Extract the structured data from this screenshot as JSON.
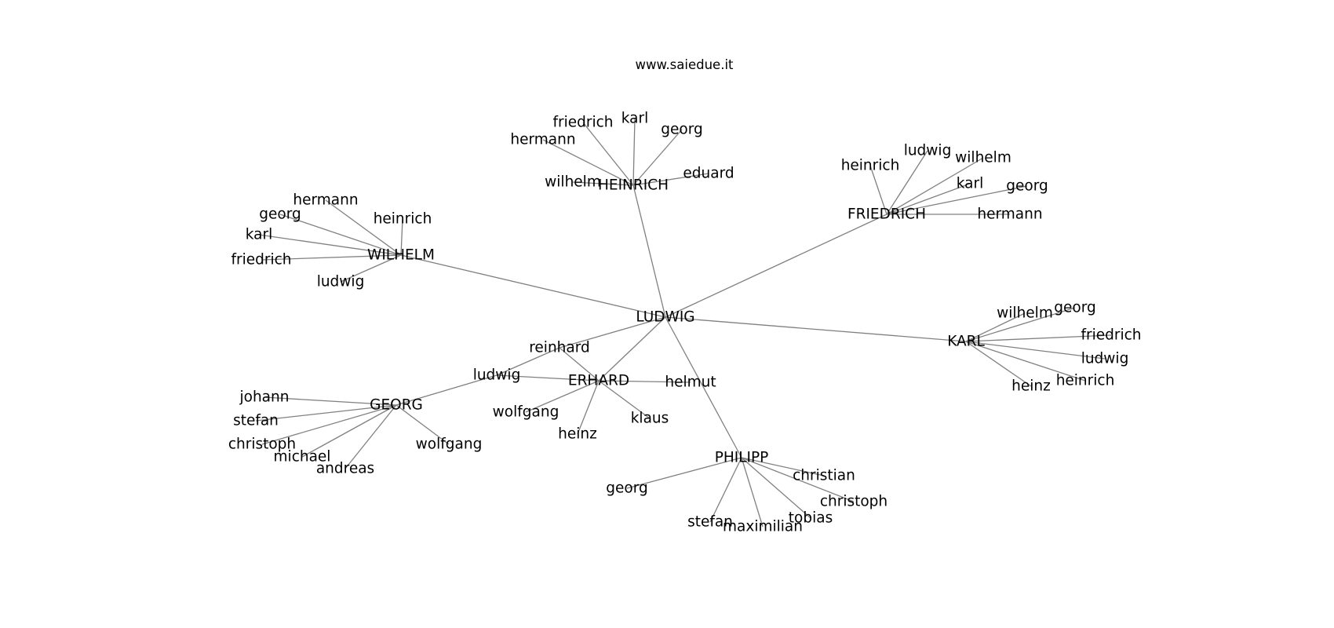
{
  "header": {
    "title": "www.saiedue.it"
  },
  "colors": {
    "edge": "#808080",
    "text": "#000000",
    "background": "#ffffff"
  },
  "graph": {
    "nodes": [
      {
        "id": "LUDWIG",
        "label": "LUDWIG"
      },
      {
        "id": "HEINRICH",
        "label": "HEINRICH"
      },
      {
        "id": "FRIEDRICH",
        "label": "FRIEDRICH"
      },
      {
        "id": "WILHELM",
        "label": "WILHELM"
      },
      {
        "id": "KARL",
        "label": "KARL"
      },
      {
        "id": "ERHARD",
        "label": "ERHARD"
      },
      {
        "id": "GEORG",
        "label": "GEORG"
      },
      {
        "id": "PHILIPP",
        "label": "PHILIPP"
      },
      {
        "id": "l_reinhard",
        "label": "reinhard"
      },
      {
        "id": "l_ludwig_g",
        "label": "ludwig"
      },
      {
        "id": "h_friedrich",
        "label": "friedrich"
      },
      {
        "id": "h_karl",
        "label": "karl"
      },
      {
        "id": "h_georg",
        "label": "georg"
      },
      {
        "id": "h_hermann",
        "label": "hermann"
      },
      {
        "id": "h_eduard",
        "label": "eduard"
      },
      {
        "id": "h_wilhelm",
        "label": "wilhelm"
      },
      {
        "id": "f_heinrich",
        "label": "heinrich"
      },
      {
        "id": "f_ludwig",
        "label": "ludwig"
      },
      {
        "id": "f_wilhelm",
        "label": "wilhelm"
      },
      {
        "id": "f_karl",
        "label": "karl"
      },
      {
        "id": "f_georg",
        "label": "georg"
      },
      {
        "id": "f_hermann",
        "label": "hermann"
      },
      {
        "id": "w_hermann",
        "label": "hermann"
      },
      {
        "id": "w_georg",
        "label": "georg"
      },
      {
        "id": "w_heinrich",
        "label": "heinrich"
      },
      {
        "id": "w_karl",
        "label": "karl"
      },
      {
        "id": "w_friedrich",
        "label": "friedrich"
      },
      {
        "id": "w_ludwig",
        "label": "ludwig"
      },
      {
        "id": "k_wilhelm",
        "label": "wilhelm"
      },
      {
        "id": "k_georg",
        "label": "georg"
      },
      {
        "id": "k_friedrich",
        "label": "friedrich"
      },
      {
        "id": "k_ludwig",
        "label": "ludwig"
      },
      {
        "id": "k_heinrich",
        "label": "heinrich"
      },
      {
        "id": "k_heinz",
        "label": "heinz"
      },
      {
        "id": "e_helmut",
        "label": "helmut"
      },
      {
        "id": "e_wolfgang",
        "label": "wolfgang"
      },
      {
        "id": "e_klaus",
        "label": "klaus"
      },
      {
        "id": "e_heinz",
        "label": "heinz"
      },
      {
        "id": "g_johann",
        "label": "johann"
      },
      {
        "id": "g_stefan",
        "label": "stefan"
      },
      {
        "id": "g_christoph",
        "label": "christoph"
      },
      {
        "id": "g_michael",
        "label": "michael"
      },
      {
        "id": "g_andreas",
        "label": "andreas"
      },
      {
        "id": "g_wolfgang",
        "label": "wolfgang"
      },
      {
        "id": "p_christian",
        "label": "christian"
      },
      {
        "id": "p_christoph",
        "label": "christoph"
      },
      {
        "id": "p_georg",
        "label": "georg"
      },
      {
        "id": "p_stefan",
        "label": "stefan"
      },
      {
        "id": "p_maximilian",
        "label": "maximilian"
      },
      {
        "id": "p_tobias",
        "label": "tobias"
      }
    ],
    "edges": [
      [
        "LUDWIG",
        "HEINRICH"
      ],
      [
        "LUDWIG",
        "FRIEDRICH"
      ],
      [
        "LUDWIG",
        "WILHELM"
      ],
      [
        "LUDWIG",
        "KARL"
      ],
      [
        "LUDWIG",
        "ERHARD"
      ],
      [
        "LUDWIG",
        "PHILIPP"
      ],
      [
        "LUDWIG",
        "l_reinhard"
      ],
      [
        "l_reinhard",
        "l_ludwig_g"
      ],
      [
        "l_ludwig_g",
        "GEORG"
      ],
      [
        "HEINRICH",
        "h_friedrich"
      ],
      [
        "HEINRICH",
        "h_karl"
      ],
      [
        "HEINRICH",
        "h_georg"
      ],
      [
        "HEINRICH",
        "h_hermann"
      ],
      [
        "HEINRICH",
        "h_eduard"
      ],
      [
        "HEINRICH",
        "h_wilhelm"
      ],
      [
        "FRIEDRICH",
        "f_heinrich"
      ],
      [
        "FRIEDRICH",
        "f_ludwig"
      ],
      [
        "FRIEDRICH",
        "f_wilhelm"
      ],
      [
        "FRIEDRICH",
        "f_karl"
      ],
      [
        "FRIEDRICH",
        "f_georg"
      ],
      [
        "FRIEDRICH",
        "f_hermann"
      ],
      [
        "WILHELM",
        "w_hermann"
      ],
      [
        "WILHELM",
        "w_georg"
      ],
      [
        "WILHELM",
        "w_heinrich"
      ],
      [
        "WILHELM",
        "w_karl"
      ],
      [
        "WILHELM",
        "w_friedrich"
      ],
      [
        "WILHELM",
        "w_ludwig"
      ],
      [
        "KARL",
        "k_wilhelm"
      ],
      [
        "KARL",
        "k_georg"
      ],
      [
        "KARL",
        "k_friedrich"
      ],
      [
        "KARL",
        "k_ludwig"
      ],
      [
        "KARL",
        "k_heinrich"
      ],
      [
        "KARL",
        "k_heinz"
      ],
      [
        "ERHARD",
        "e_helmut"
      ],
      [
        "ERHARD",
        "e_wolfgang"
      ],
      [
        "ERHARD",
        "e_klaus"
      ],
      [
        "ERHARD",
        "e_heinz"
      ],
      [
        "ERHARD",
        "l_reinhard"
      ],
      [
        "ERHARD",
        "l_ludwig_g"
      ],
      [
        "GEORG",
        "g_johann"
      ],
      [
        "GEORG",
        "g_stefan"
      ],
      [
        "GEORG",
        "g_christoph"
      ],
      [
        "GEORG",
        "g_michael"
      ],
      [
        "GEORG",
        "g_andreas"
      ],
      [
        "GEORG",
        "g_wolfgang"
      ],
      [
        "PHILIPP",
        "p_christian"
      ],
      [
        "PHILIPP",
        "p_christoph"
      ],
      [
        "PHILIPP",
        "p_georg"
      ],
      [
        "PHILIPP",
        "p_stefan"
      ],
      [
        "PHILIPP",
        "p_maximilian"
      ],
      [
        "PHILIPP",
        "p_tobias"
      ]
    ]
  }
}
